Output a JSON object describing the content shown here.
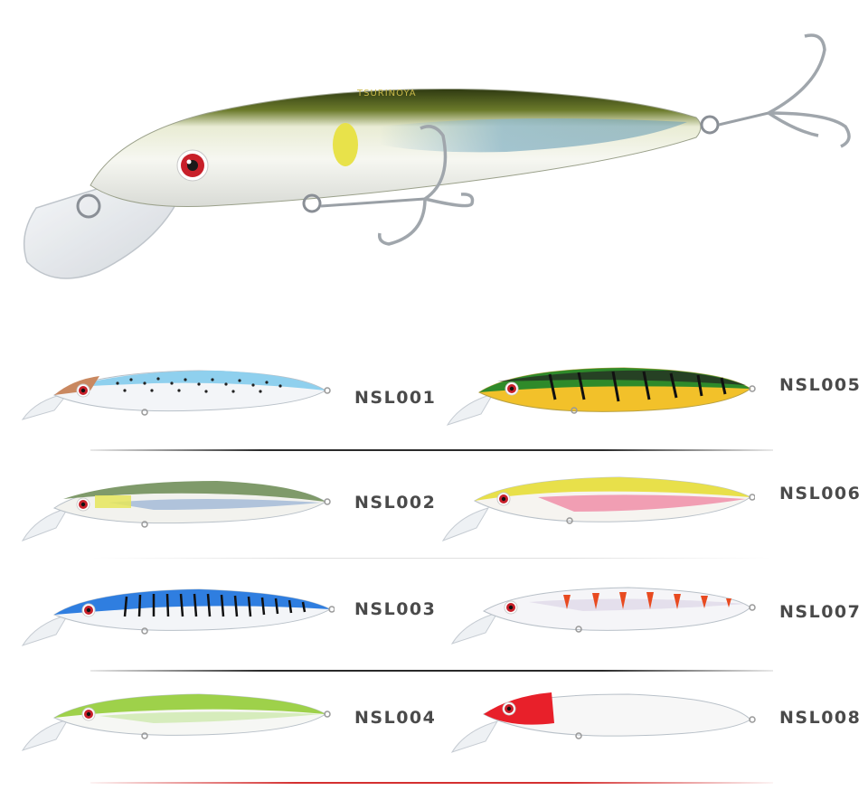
{
  "hero": {
    "brand_text": "TSURINOYA",
    "colors": {
      "back": "#4d5a1e",
      "side": "#f2f3ea",
      "spot": "#e8e24a",
      "eye": "#c8202a"
    }
  },
  "lures": [
    {
      "code": "NSL001",
      "colors": {
        "back": "#8fd0ee",
        "belly": "#f5f7f8",
        "head": "#c98860",
        "pattern": "dots-black"
      }
    },
    {
      "code": "NSL002",
      "colors": {
        "back": "#7f9a6a",
        "belly": "#f2f2ee",
        "head": "#e6e65a",
        "pattern": "scales-blue"
      }
    },
    {
      "code": "NSL003",
      "colors": {
        "back": "#2f7ee0",
        "belly": "#f3f5f8",
        "head": "#2f7ee0",
        "pattern": "stripes-black"
      }
    },
    {
      "code": "NSL004",
      "colors": {
        "back": "#9ed14a",
        "belly": "#f6f7f4",
        "head": "#7fbf3a",
        "pattern": "scales-green"
      }
    },
    {
      "code": "NSL005",
      "colors": {
        "back": "#2f8a2a",
        "belly": "#f2c12a",
        "head": "#2f8a2a",
        "pattern": "tiger-black"
      }
    },
    {
      "code": "NSL006",
      "colors": {
        "back": "#e8e04a",
        "belly": "#f6f4f0",
        "head": "#f0e64a",
        "pattern": "scales-pink"
      }
    },
    {
      "code": "NSL007",
      "colors": {
        "back": "#f3f3f6",
        "belly": "#f7f7f9",
        "head": "#eeeeee",
        "pattern": "bars-orange"
      }
    },
    {
      "code": "NSL008",
      "colors": {
        "back": "#f7f7f7",
        "belly": "#f7f7f7",
        "head": "#e8202a",
        "pattern": "red-head"
      }
    }
  ]
}
